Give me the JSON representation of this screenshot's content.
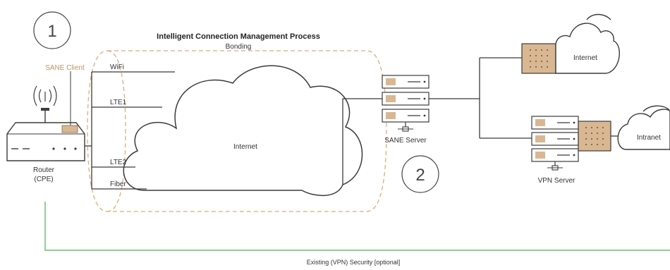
{
  "title": "Intelligent Connection Management Process",
  "subtitle": "Bonding",
  "steps": {
    "one": "1",
    "two": "2"
  },
  "router": {
    "client_label": "SANE Client",
    "label_line1": "Router",
    "label_line2": "(CPE)"
  },
  "links": {
    "wifi": "WiFi",
    "lte1": "LTE1",
    "lte2": "LTE2",
    "fiber": "Fiber"
  },
  "clouds": {
    "internet_main": "Internet",
    "internet_top": "Internet",
    "intranet": "Intranet"
  },
  "servers": {
    "sane": "SANE Server",
    "vpn": "VPN Server"
  },
  "footer": "Existing (VPN) Security [optional]",
  "colors": {
    "line": "#3b3b3b",
    "accent": "#c59d6d",
    "accent_fill": "#d9b792",
    "security_line": "#4caf50",
    "dashed": "#dcae7a"
  }
}
